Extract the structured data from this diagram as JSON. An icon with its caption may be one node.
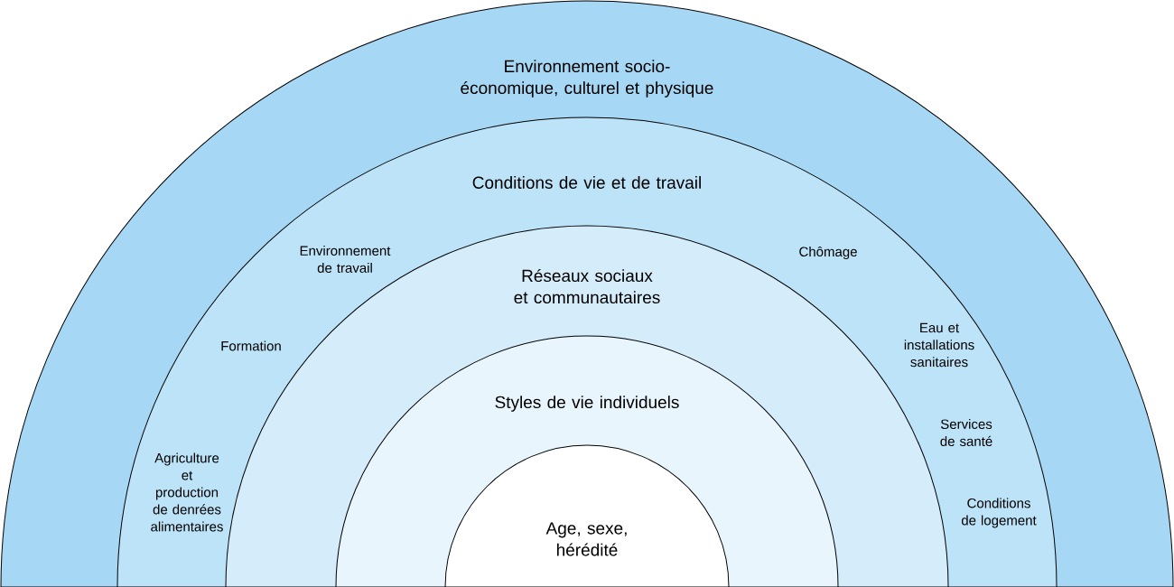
{
  "diagram": {
    "nodes": [
      {
        "text": [
          "Environnement socio-économique, culturel et physique"
        ]
      },
      {
        "text": [
          "Conditions de vie et de travail"
        ],
        "in": 0
      },
      {
        "text": [
          "Réseaux sociaux et communautaires"
        ],
        "in": 1
      },
      {
        "text": [
          "Styles de vie individuels"
        ],
        "in": 2
      },
      {
        "text": [
          "Age, sexe, hérédité"
        ],
        "in": 3
      }
    ],
    "labels": [
      "Environnement de travail",
      "Chômage",
      "Formation",
      "Eau et installations sanitaires",
      "Services de santé",
      "Agriculture et production de denrées alimentaires",
      "Conditions de logement"
    ]
  }
}
